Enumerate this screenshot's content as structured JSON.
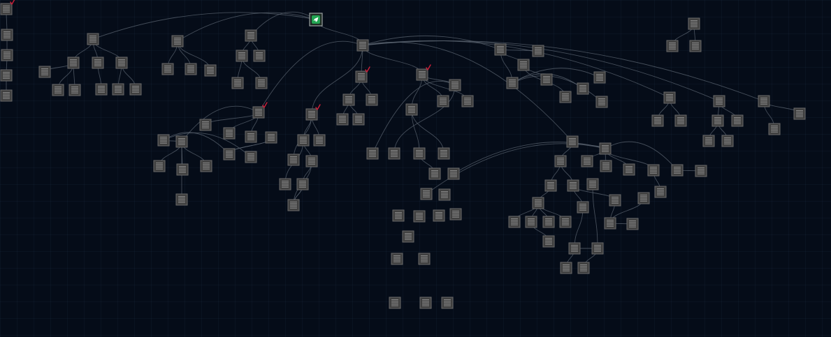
{
  "view": {
    "background_color": "#050c18",
    "link_color": "#5b6470",
    "node_color": "#3f3f3f",
    "root_color": "#22a552",
    "check_color": "#d0203a"
  },
  "root": {
    "id": "root",
    "icon": "rocket-icon",
    "state": "unlocked"
  },
  "nodes": [
    {
      "id": "a1",
      "state": "completed"
    },
    {
      "id": "a2"
    },
    {
      "id": "a3"
    },
    {
      "id": "a4"
    },
    {
      "id": "a5"
    },
    {
      "id": "b1"
    },
    {
      "id": "b2"
    },
    {
      "id": "b3"
    },
    {
      "id": "b4"
    },
    {
      "id": "b5"
    },
    {
      "id": "b6"
    },
    {
      "id": "b7"
    },
    {
      "id": "b8"
    },
    {
      "id": "b9"
    },
    {
      "id": "b10"
    },
    {
      "id": "c1"
    },
    {
      "id": "c2"
    },
    {
      "id": "c3"
    },
    {
      "id": "c4"
    },
    {
      "id": "d1"
    },
    {
      "id": "d2"
    },
    {
      "id": "d3"
    },
    {
      "id": "d4"
    },
    {
      "id": "d5"
    },
    {
      "id": "hub"
    },
    {
      "id": "e1",
      "state": "completed"
    },
    {
      "id": "e2"
    },
    {
      "id": "e3"
    },
    {
      "id": "e4"
    },
    {
      "id": "e5"
    },
    {
      "id": "f1",
      "state": "completed"
    },
    {
      "id": "f2"
    },
    {
      "id": "f3"
    },
    {
      "id": "f4"
    },
    {
      "id": "f5"
    },
    {
      "id": "f6"
    },
    {
      "id": "f7"
    },
    {
      "id": "f8"
    },
    {
      "id": "f9"
    },
    {
      "id": "f10"
    },
    {
      "id": "f11"
    },
    {
      "id": "f12"
    },
    {
      "id": "f13"
    },
    {
      "id": "f14"
    },
    {
      "id": "f15"
    },
    {
      "id": "f16"
    },
    {
      "id": "f17"
    },
    {
      "id": "f18"
    },
    {
      "id": "f19"
    },
    {
      "id": "f20"
    },
    {
      "id": "f21"
    },
    {
      "id": "f22"
    },
    {
      "id": "g1",
      "state": "completed"
    },
    {
      "id": "g2"
    },
    {
      "id": "g3"
    },
    {
      "id": "g4"
    },
    {
      "id": "g5"
    },
    {
      "id": "g6"
    },
    {
      "id": "g7"
    },
    {
      "id": "g8"
    },
    {
      "id": "g9"
    },
    {
      "id": "g10"
    },
    {
      "id": "g11"
    },
    {
      "id": "g12"
    },
    {
      "id": "g13"
    },
    {
      "id": "h1",
      "state": "completed"
    },
    {
      "id": "h2"
    },
    {
      "id": "h3"
    },
    {
      "id": "h4"
    },
    {
      "id": "h5"
    },
    {
      "id": "h6"
    },
    {
      "id": "h7"
    },
    {
      "id": "h8"
    },
    {
      "id": "h9"
    },
    {
      "id": "h10"
    },
    {
      "id": "i1"
    },
    {
      "id": "i2"
    },
    {
      "id": "i3"
    },
    {
      "id": "i4"
    },
    {
      "id": "i5"
    },
    {
      "id": "i6"
    },
    {
      "id": "i7"
    },
    {
      "id": "i8"
    },
    {
      "id": "i9"
    },
    {
      "id": "j1"
    },
    {
      "id": "j2"
    },
    {
      "id": "j3"
    },
    {
      "id": "j4"
    },
    {
      "id": "j5"
    },
    {
      "id": "j6"
    },
    {
      "id": "j7"
    },
    {
      "id": "j8"
    },
    {
      "id": "j9"
    },
    {
      "id": "j10"
    },
    {
      "id": "j11"
    },
    {
      "id": "j12"
    },
    {
      "id": "j13"
    },
    {
      "id": "j14"
    },
    {
      "id": "j15"
    },
    {
      "id": "j16"
    },
    {
      "id": "j17"
    },
    {
      "id": "j18"
    },
    {
      "id": "j19"
    },
    {
      "id": "j20"
    },
    {
      "id": "j21"
    },
    {
      "id": "j22"
    },
    {
      "id": "j23"
    },
    {
      "id": "j24"
    },
    {
      "id": "j25"
    },
    {
      "id": "j26"
    },
    {
      "id": "j27"
    },
    {
      "id": "j28"
    },
    {
      "id": "j29"
    },
    {
      "id": "j30"
    },
    {
      "id": "k1"
    },
    {
      "id": "k2"
    },
    {
      "id": "k3"
    },
    {
      "id": "k4"
    },
    {
      "id": "l1"
    },
    {
      "id": "l2"
    },
    {
      "id": "l3"
    },
    {
      "id": "l4"
    },
    {
      "id": "l5"
    },
    {
      "id": "l6"
    },
    {
      "id": "m1"
    },
    {
      "id": "m2"
    },
    {
      "id": "m3"
    },
    {
      "id": "n1"
    },
    {
      "id": "n2"
    },
    {
      "id": "n3"
    }
  ],
  "links": [
    [
      "a1",
      "a2"
    ],
    [
      "a2",
      "a3"
    ],
    [
      "a3",
      "a4"
    ],
    [
      "a4",
      "a5"
    ],
    [
      "root",
      "b1"
    ],
    [
      "b1",
      "b2"
    ],
    [
      "b1",
      "b3"
    ],
    [
      "b1",
      "b4"
    ],
    [
      "b2",
      "b5"
    ],
    [
      "b2",
      "b6"
    ],
    [
      "b2",
      "b7"
    ],
    [
      "b3",
      "b8"
    ],
    [
      "b4",
      "b9"
    ],
    [
      "b4",
      "b10"
    ],
    [
      "root",
      "c1"
    ],
    [
      "c1",
      "c2"
    ],
    [
      "c1",
      "c3"
    ],
    [
      "c1",
      "c4"
    ],
    [
      "root",
      "d1"
    ],
    [
      "d1",
      "d2"
    ],
    [
      "d1",
      "d3"
    ],
    [
      "d2",
      "d4"
    ],
    [
      "d2",
      "d5"
    ],
    [
      "root",
      "hub"
    ],
    [
      "hub",
      "e1"
    ],
    [
      "e1",
      "e2"
    ],
    [
      "e1",
      "e3"
    ],
    [
      "e2",
      "e4"
    ],
    [
      "e2",
      "e5"
    ],
    [
      "hub",
      "f1"
    ],
    [
      "f1",
      "f2"
    ],
    [
      "f1",
      "f3"
    ],
    [
      "f1",
      "f4"
    ],
    [
      "f1",
      "f5"
    ],
    [
      "f3",
      "f6"
    ],
    [
      "f3",
      "f7"
    ],
    [
      "f3",
      "f8"
    ],
    [
      "f3",
      "f9"
    ],
    [
      "f3",
      "f10"
    ],
    [
      "f6",
      "f11"
    ],
    [
      "f6",
      "f12"
    ],
    [
      "f11",
      "f13"
    ],
    [
      "f11",
      "f14"
    ],
    [
      "f14",
      "f15"
    ],
    [
      "f14",
      "f16"
    ],
    [
      "f14",
      "f17"
    ],
    [
      "f14",
      "f18"
    ],
    [
      "f15",
      "f19"
    ],
    [
      "f19",
      "f20"
    ],
    [
      "f19",
      "f21"
    ],
    [
      "f20",
      "f22"
    ],
    [
      "hub",
      "g1"
    ],
    [
      "g1",
      "g2"
    ],
    [
      "g1",
      "g3"
    ],
    [
      "g1",
      "g4"
    ],
    [
      "g2",
      "g5"
    ],
    [
      "g2",
      "g6"
    ],
    [
      "g5",
      "g7"
    ],
    [
      "g5",
      "g8"
    ],
    [
      "g7",
      "g9"
    ],
    [
      "g7",
      "g10"
    ],
    [
      "g9",
      "g11"
    ],
    [
      "g10",
      "g12"
    ],
    [
      "g10",
      "g13"
    ],
    [
      "hub",
      "h1"
    ],
    [
      "h1",
      "h2"
    ],
    [
      "h1",
      "h3"
    ],
    [
      "h1",
      "h4"
    ],
    [
      "h1",
      "h5"
    ],
    [
      "h2",
      "h6"
    ],
    [
      "h2",
      "h7"
    ],
    [
      "h3",
      "h8"
    ],
    [
      "h3",
      "h9"
    ],
    [
      "h8",
      "h10"
    ],
    [
      "hub",
      "i1"
    ],
    [
      "i1",
      "i2"
    ],
    [
      "i1",
      "i3"
    ],
    [
      "i1",
      "i4"
    ],
    [
      "i3",
      "i5"
    ],
    [
      "i3",
      "i6"
    ],
    [
      "i4",
      "i7"
    ],
    [
      "i4",
      "i8"
    ],
    [
      "i4",
      "i9"
    ],
    [
      "hub",
      "j1"
    ],
    [
      "j1",
      "j2"
    ],
    [
      "j1",
      "j3"
    ],
    [
      "j2",
      "j4"
    ],
    [
      "j2",
      "j5"
    ],
    [
      "j3",
      "j6"
    ],
    [
      "j3",
      "j7"
    ],
    [
      "j3",
      "j8"
    ],
    [
      "j3",
      "j9"
    ],
    [
      "j3",
      "j10"
    ],
    [
      "j4",
      "j11"
    ],
    [
      "j5",
      "j12"
    ],
    [
      "j5",
      "j13"
    ],
    [
      "j11",
      "j14"
    ],
    [
      "j11",
      "j15"
    ],
    [
      "j11",
      "j16"
    ],
    [
      "j11",
      "j17"
    ],
    [
      "j15",
      "j18"
    ],
    [
      "j12",
      "j19"
    ],
    [
      "j19",
      "j20"
    ],
    [
      "j19",
      "j21"
    ],
    [
      "j20",
      "j22"
    ],
    [
      "j20",
      "j23"
    ],
    [
      "j13",
      "j24"
    ],
    [
      "j24",
      "j25"
    ],
    [
      "j24",
      "j26"
    ],
    [
      "j9",
      "j27"
    ],
    [
      "j10",
      "j28"
    ],
    [
      "j3",
      "j29"
    ],
    [
      "j3",
      "j30"
    ],
    [
      "hub",
      "k1"
    ],
    [
      "k1",
      "k2"
    ],
    [
      "k1",
      "k3"
    ],
    [
      "k2",
      "k4"
    ],
    [
      "hub",
      "l1"
    ],
    [
      "l1",
      "l2"
    ],
    [
      "l1",
      "l3"
    ],
    [
      "l2",
      "l4"
    ],
    [
      "l2",
      "l5"
    ],
    [
      "l3",
      "l6"
    ],
    [
      "hub",
      "m1"
    ],
    [
      "m1",
      "m2"
    ],
    [
      "m1",
      "m3"
    ],
    [
      "n1",
      "n2"
    ],
    [
      "n1",
      "n3"
    ]
  ]
}
